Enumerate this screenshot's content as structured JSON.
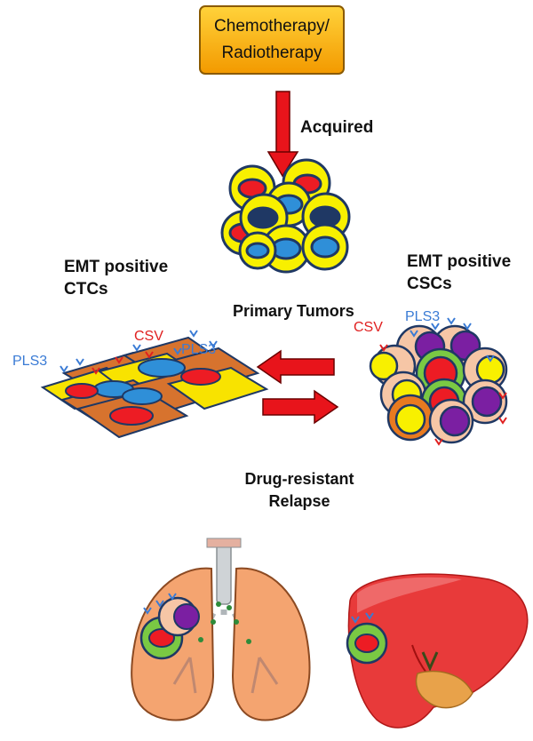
{
  "treatment_box": {
    "line1": "Chemotherapy/",
    "line2": "Radiotherapy"
  },
  "acquired_label": "Acquired",
  "primary_tumors_label": "Primary Tumors",
  "ctc_label": {
    "line1": "EMT positive",
    "line2": "CTCs"
  },
  "csc_label": {
    "line1": "EMT positive",
    "line2": "CSCs"
  },
  "markers": {
    "pls3": "PLS3",
    "csv": "CSV"
  },
  "relapse_label": {
    "line1": "Drug-resistant",
    "line2": "Relapse"
  },
  "colors": {
    "arrow_red": "#e8141b",
    "cell_yellow": "#f8f000",
    "nucleus_red": "#ed1c24",
    "nucleus_blue": "#2f8fd8",
    "nucleus_navy": "#1f3864",
    "csc_peach": "#f6c6a6",
    "csc_purple": "#7b1fa2",
    "ctc_orange": "#d7732e",
    "pls3_blue": "#3a7bd5",
    "csv_red": "#e02020"
  }
}
